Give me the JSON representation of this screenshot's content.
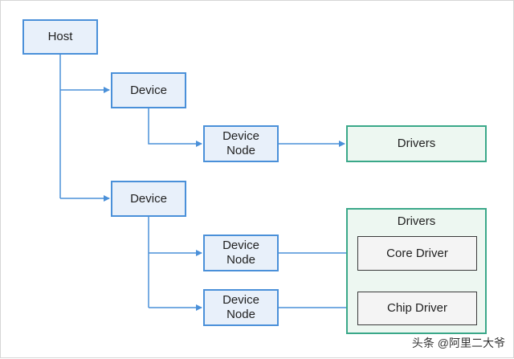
{
  "nodes": {
    "host": "Host",
    "device_1": "Device",
    "device_node_1": "Device\nNode",
    "drivers_1": "Drivers",
    "device_2": "Device",
    "device_node_2": "Device\nNode",
    "device_node_3": "Device\nNode",
    "drivers_2": "Drivers",
    "core_driver": "Core Driver",
    "chip_driver": "Chip Driver"
  },
  "watermark": "头条 @阿里二大爷",
  "colors": {
    "box_border": "#4a90d9",
    "box_fill": "#e8f0fa",
    "arrow": "#4a90d9",
    "drivers_border": "#3aa889",
    "drivers_fill": "#edf7f1"
  }
}
